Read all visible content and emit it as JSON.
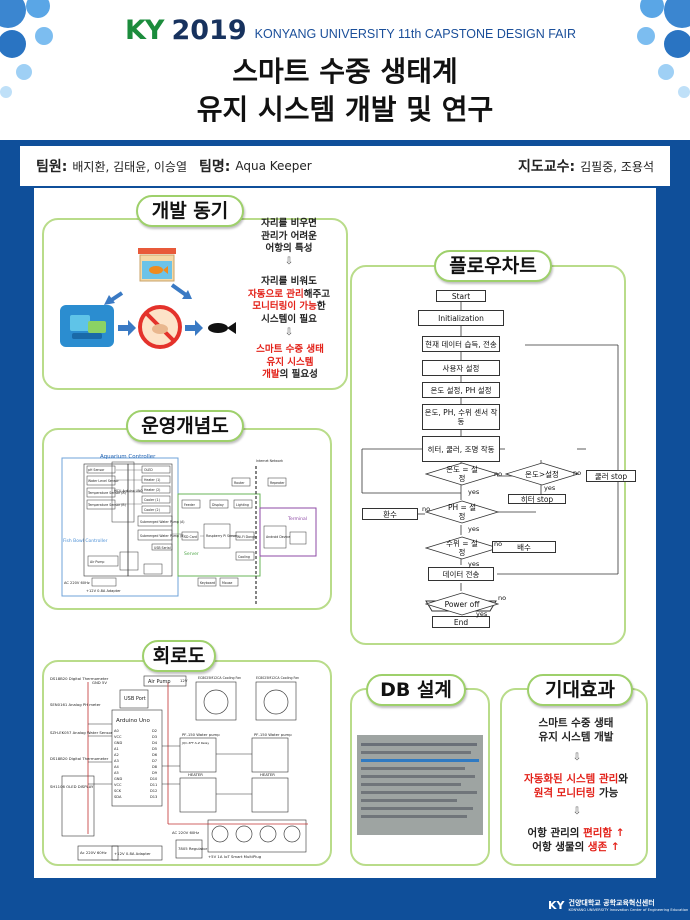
{
  "header": {
    "logo": "KY",
    "year": "2019",
    "fair": "KONYANG UNIVERSITY 11th CAPSTONE DESIGN FAIR",
    "title_line1": "스마트 수중 생태계",
    "title_line2": "유지 시스템 개발 및 연구"
  },
  "team": {
    "members_label": "팀원:",
    "members": "배지환, 김태윤, 이승열",
    "name_label": "팀명:",
    "name": "Aqua Keeper",
    "advisor_label": "지도교수:",
    "advisor": "김필중, 조용석"
  },
  "motivation": {
    "title": "개발 동기",
    "text1": [
      "자리를 비우면",
      "관리가 어려운",
      "어항의 특성"
    ],
    "text2_a": "자리를 비워도",
    "text2_b": "자동으로 관리",
    "text2_c": "해주고",
    "text2_d": "모니터링이 가능",
    "text2_e": "한",
    "text2_f": "시스템이 필요",
    "text3_a": "스마트 수중 생태",
    "text3_b": "유지 시스템",
    "text3_c": "개발",
    "text3_d": "의 필요성"
  },
  "concept": {
    "title": "운영개념도",
    "controller_label": "Aquarium Controller",
    "server_label": "Server",
    "terminal_label": "Terminal",
    "modules": [
      "pH Sensor",
      "Water Level Sensor",
      "Temperature Sensor (A)",
      "Temperature Sensor (B)",
      "MCU Arduino UNO",
      "OLED",
      "Heater (1)",
      "Heater (2)",
      "Cooler (1)",
      "Cooler (2)",
      "Submerged Water Pump (A)",
      "Submerged Water Pump (B)",
      "USB Serial",
      "Air Pump",
      "Raspberry Pi Server",
      "Display",
      "Lighting",
      "SD Card",
      "Wi-Fi Dongle",
      "Router",
      "Repeater",
      "Android Device",
      "Internet Network",
      "Feeder",
      "Keyboard",
      "Mouse",
      "Cooling"
    ],
    "fish_bowl": "Fish Bowl Controller",
    "power": "AC 220V 60Hz",
    "adapter": "+12V 0.8A Adapter"
  },
  "flowchart": {
    "title": "플로우차트",
    "start": "Start",
    "init": "Initialization",
    "step1": "현재 데이터 습득, 전송",
    "step2": "사용자 설정",
    "step3": "온도 설정, PH 설정",
    "step4": "온도, PH, 수위 센서 작동",
    "step5": "히터, 쿨러, 조명 작동",
    "dec1": "온도 = 설정",
    "dec2": "온도>설정",
    "cooler_stop": "쿨러 stop",
    "heater_stop": "히터 stop",
    "dec3": "PH = 설정",
    "change": "환수",
    "dec4": "수위 = 설정",
    "drain": "배수",
    "send": "데이터 전송",
    "dec5": "Power off",
    "end": "End",
    "yes": "yes",
    "no": "no"
  },
  "circuit": {
    "title": "회로도",
    "parts": [
      "DS18B20 Digital Thermometer",
      "SEN0161 Analog PH meter",
      "SZH-EK057 Analog Water Sensor",
      "DS18B20 Digital Thermometer",
      "SH1106 OLED DISPLAY",
      "Ac 220V 60Hz",
      "+12V 0.8A Adapter",
      "USB Port",
      "Arduino Uno",
      "Air Pump",
      "EC8025M12CA Cooling Fan",
      "EC8025M12CA Cooling Fan",
      "PF-150 Water pump",
      "PF-150 Water pump",
      "HEATER",
      "HEATER",
      "7805 Regulator",
      "IoT Smart MultiPlug",
      "GND 5V",
      "12V",
      "JQC-3FF-S-Z Relay",
      "AC 220V 60Hz",
      "+5V 1A"
    ],
    "pins_left": [
      "A0",
      "VCC",
      "GND",
      "A1",
      "A2",
      "A3",
      "A4",
      "A5",
      "GND",
      "VCC",
      "SCK",
      "SDA"
    ],
    "pins_right": [
      "D2",
      "D3",
      "D4",
      "D5",
      "D6",
      "D7",
      "D8",
      "D9",
      "D10",
      "D11",
      "D12",
      "D13"
    ]
  },
  "db": {
    "title": "DB 설계"
  },
  "expect": {
    "title": "기대효과",
    "line1": "스마트 수중 생태",
    "line2": "유지 시스템 개발",
    "line3_a": "자동화된 시스템 관리",
    "line3_b": "와",
    "line4_a": "원격 모니터링",
    "line4_b": " 가능",
    "line5_a": "어항 관리의 ",
    "line5_b": "편리함 ↑",
    "line6_a": "어항 생물의 ",
    "line6_b": "생존 ↑"
  },
  "footer": {
    "logo": "KY",
    "org": "건양대학교 공학교육혁신센터",
    "org_en": "KONYANG UNIVERSITY Innovation Center of Engineering Education"
  }
}
